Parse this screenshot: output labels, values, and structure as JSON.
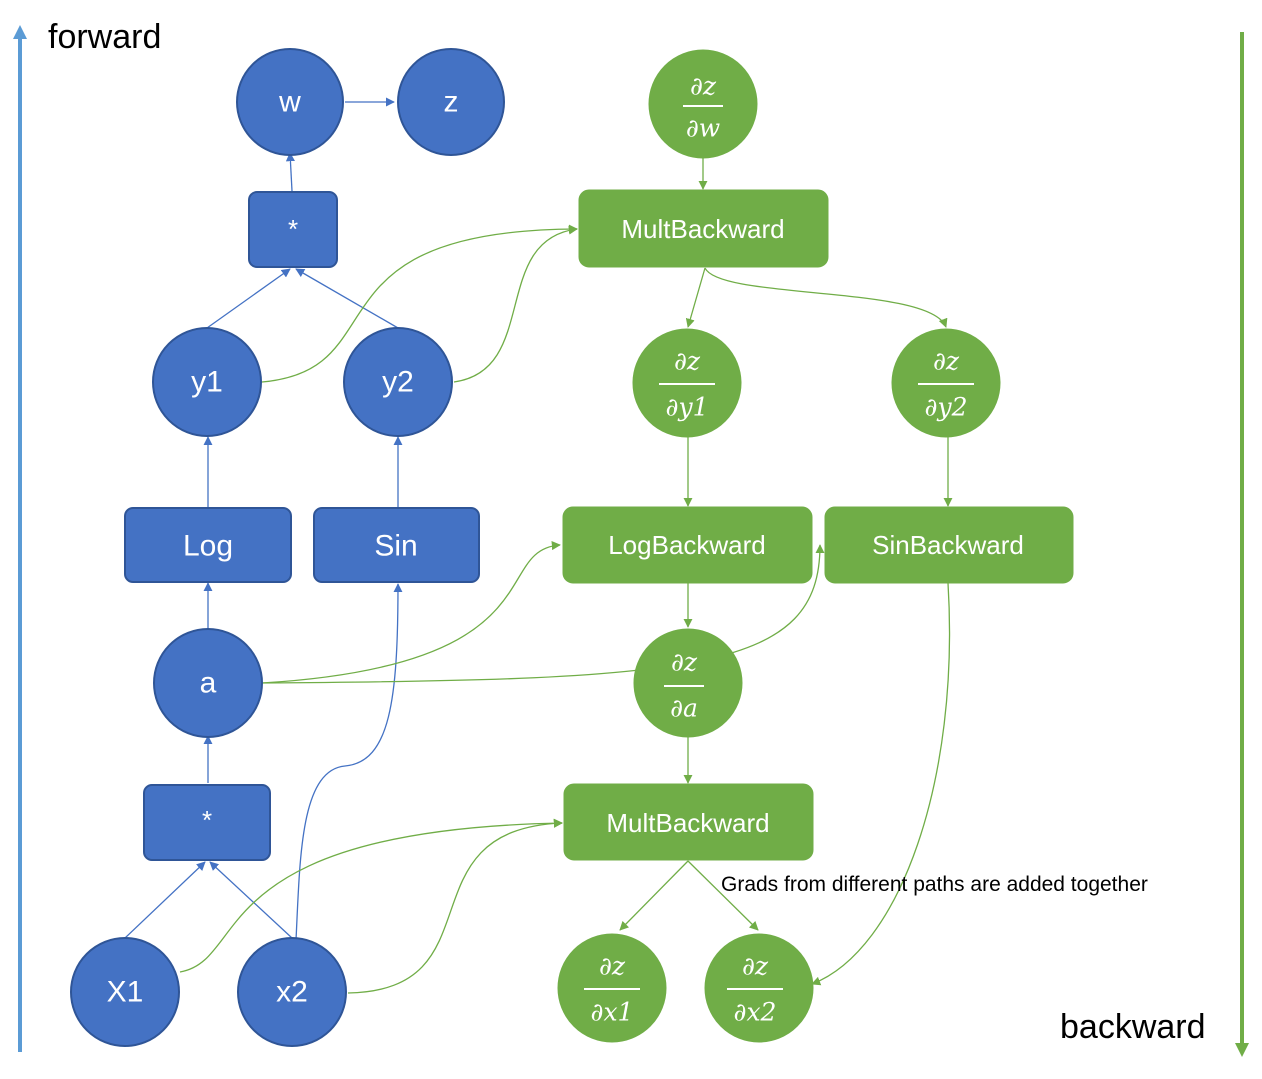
{
  "labels": {
    "forward": "forward",
    "backward": "backward",
    "note": "Grads from different paths are added together"
  },
  "forward_nodes": {
    "w": "w",
    "z": "z",
    "mult_top": "*",
    "y1": "y1",
    "y2": "y2",
    "log": "Log",
    "sin": "Sin",
    "a": "a",
    "mult_bottom": "*",
    "x1": "X1",
    "x2": "x2"
  },
  "backward_nodes": {
    "dz_dw": {
      "num": "∂z",
      "den": "∂w"
    },
    "mult_backward_top": "MultBackward",
    "dz_dy1": {
      "num": "∂z",
      "den": "∂y1"
    },
    "dz_dy2": {
      "num": "∂z",
      "den": "∂y2"
    },
    "log_backward": "LogBackward",
    "sin_backward": "SinBackward",
    "dz_da": {
      "num": "∂z",
      "den": "∂a"
    },
    "mult_backward_bottom": "MultBackward",
    "dz_dx1": {
      "num": "∂z",
      "den": "∂x1"
    },
    "dz_dx2": {
      "num": "∂z",
      "den": "∂x2"
    }
  },
  "colors": {
    "forward_node": "#4472c4",
    "backward_node": "#70ad47",
    "forward_axis": "#5b9bd5",
    "backward_axis": "#70ad47"
  }
}
